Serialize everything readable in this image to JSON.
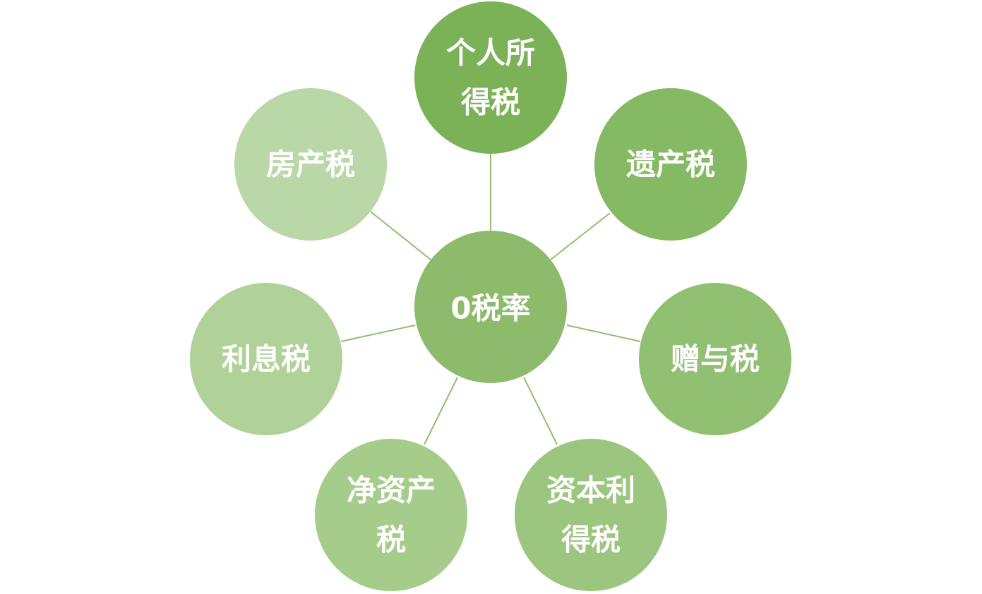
{
  "diagram": {
    "center": {
      "label": "0税率",
      "color": "#8dbb6b"
    },
    "nodes": [
      {
        "id": "personal-income-tax",
        "lines": [
          "个人所",
          "得税"
        ],
        "color": "#7bb257"
      },
      {
        "id": "inheritance-tax",
        "lines": [
          "遗产税"
        ],
        "color": "#86b963"
      },
      {
        "id": "gift-tax",
        "lines": [
          "赠与税"
        ],
        "color": "#91c072"
      },
      {
        "id": "capital-gains-tax",
        "lines": [
          "资本利",
          "得税"
        ],
        "color": "#9cc67f"
      },
      {
        "id": "net-wealth-tax",
        "lines": [
          "净资产",
          "税"
        ],
        "color": "#a6cc8c"
      },
      {
        "id": "interest-tax",
        "lines": [
          "利息税"
        ],
        "color": "#b0d299"
      },
      {
        "id": "property-tax",
        "lines": [
          "房产税"
        ],
        "color": "#bad8a7"
      }
    ]
  }
}
